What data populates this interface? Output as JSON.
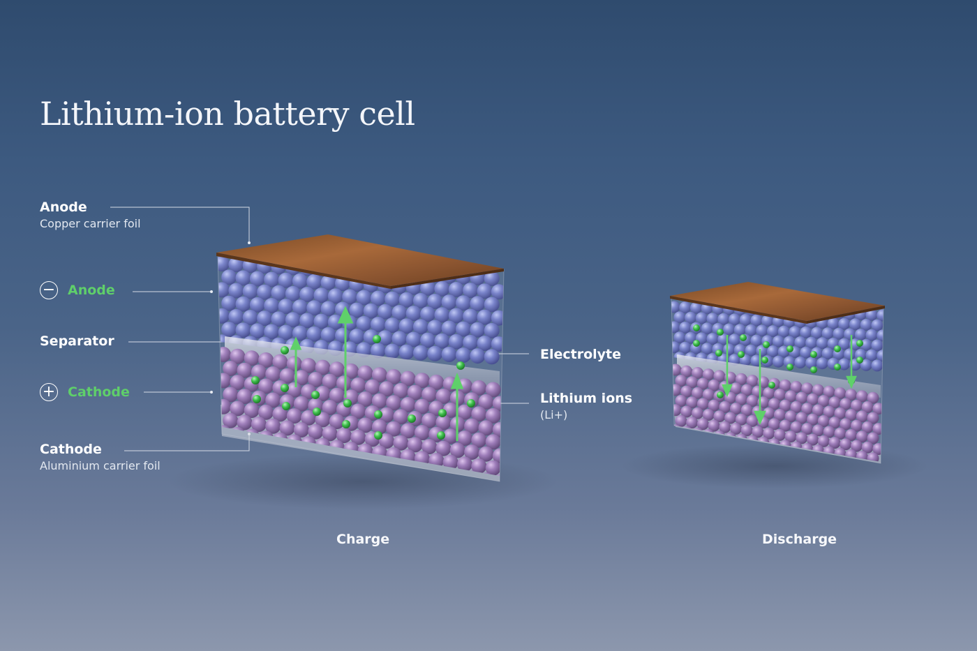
{
  "title": "Lithium-ion battery cell",
  "labels": {
    "anode_foil": {
      "title": "Anode",
      "subtitle": "Copper carrier foil"
    },
    "anode": {
      "title": "Anode",
      "symbol": "−"
    },
    "separator": {
      "title": "Separator"
    },
    "cathode": {
      "title": "Cathode",
      "symbol": "+"
    },
    "cathode_foil": {
      "title": "Cathode",
      "subtitle": "Aluminium carrier foil"
    },
    "electrolyte": {
      "title": "Electrolyte"
    },
    "lithium_ions": {
      "title": "Lithium ions",
      "subtitle": "(Li+)"
    }
  },
  "captions": {
    "charge": "Charge",
    "discharge": "Discharge"
  },
  "colors": {
    "accent_green": "#5fcf6a",
    "copper": "#9a5c2c",
    "anode_spheres": "#6f78c2",
    "cathode_spheres": "#9a7ab5",
    "ion": "#3fc04c"
  }
}
